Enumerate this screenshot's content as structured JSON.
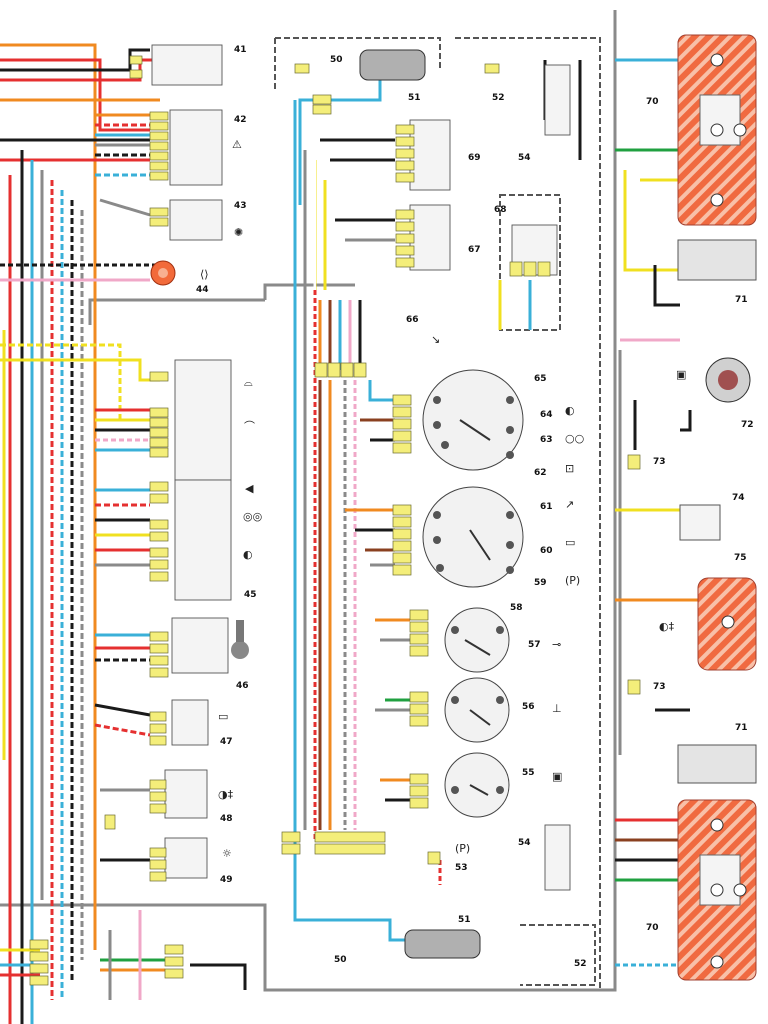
{
  "diagram": {
    "labels": {
      "l41": "41",
      "l42": "42",
      "l43": "43",
      "l44": "44",
      "l45": "45",
      "l46": "46",
      "l47": "47",
      "l48": "48",
      "l49": "49",
      "l50a": "50",
      "l51a": "51",
      "l52a": "52",
      "l53": "53",
      "l54a": "54",
      "l55": "55",
      "l56": "56",
      "l57": "57",
      "l58": "58",
      "l59": "59",
      "l60": "60",
      "l61": "61",
      "l62": "62",
      "l63": "63",
      "l64": "64",
      "l65": "65",
      "l66": "66",
      "l67": "67",
      "l68": "68",
      "l69": "69",
      "l70a": "70",
      "l71a": "71",
      "l72": "72",
      "l73a": "73",
      "l74": "74",
      "l75": "75",
      "l73b": "73",
      "l71b": "71",
      "l54b": "54",
      "l70b": "70",
      "l51b": "51",
      "l50b": "50",
      "l52b": "52"
    },
    "wire_colors": {
      "red": "#e53030",
      "black": "#1a1a1a",
      "blue": "#3ab0d8",
      "yellow": "#f0e020",
      "orange": "#f08a20",
      "grey": "#8a8a8a",
      "pink": "#f0a8c8",
      "green": "#20a040",
      "brown": "#8a4020",
      "white": "#f4f4f4"
    },
    "icons": [
      "hazard-triangle-icon",
      "beacon-lamp-icon",
      "horn-icon",
      "wiper-icon",
      "washer-icon",
      "headlight-icon",
      "ignition-key-icon",
      "rear-defrost-icon",
      "fog-lamp-icon",
      "interior-light-icon",
      "fuel-pump-icon",
      "oil-pressure-icon",
      "temperature-icon",
      "battery-icon",
      "brake-warning-icon",
      "parking-brake-icon",
      "low-beam-icon",
      "turn-signal-icon",
      "door-switch-icon"
    ]
  }
}
